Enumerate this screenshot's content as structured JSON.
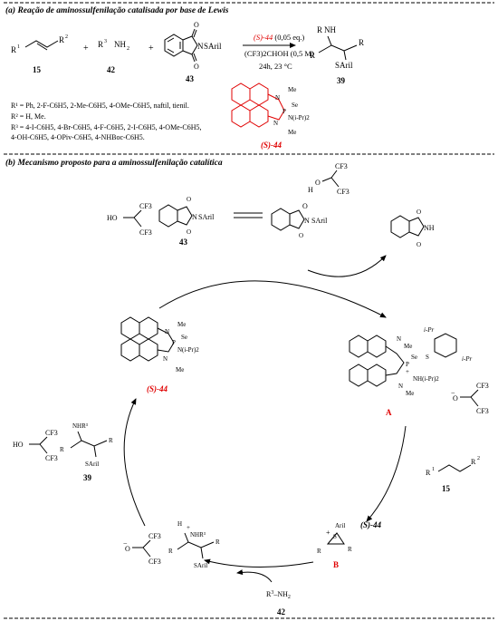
{
  "section_a": {
    "title": "(a) Reação de aminossulfenilação catalisada por base de Lewis",
    "reagent_1": {
      "r1": "R",
      "r1_sup": "1",
      "r2": "R",
      "r2_sup": "2",
      "number": "15"
    },
    "reagent_2": {
      "r3": "R",
      "r3_sup": "3",
      "nh2": "NH",
      "nh2_sub": "2",
      "number": "42"
    },
    "reagent_3": {
      "label": "N",
      "saril": "SAril",
      "o": "O",
      "number": "43"
    },
    "plus": "+",
    "conditions": {
      "catalyst": "(S)-44",
      "loading": " (0,05 eq.)",
      "solvent": "(CF3)2CHOH (0,5 M)",
      "time_temp": "24h, 23 °C"
    },
    "product": {
      "nh": "NH",
      "r3": "R",
      "r1": "R",
      "r2": "R",
      "saril": "SAril",
      "number": "39"
    },
    "substituents": {
      "r1_line": "R¹ = Ph, 2-F-C6H5, 2-Me-C6H5, 4-OMe-C6H5, naftil, tienil.",
      "r2_line": "R² = H, Me.",
      "r3_line_1": "R³ = 4-I-C6H5, 4-Br-C6H5, 4-F-C6H5, 2-I-C6H5, 4-OMe-C6H5,",
      "r3_line_2": "4-OH-C6H5, 4-OPiv-C6H5, 4-NHBoc-C6H5."
    },
    "catalyst_structure": {
      "me_top": "Me",
      "n_top": "N",
      "p": "P",
      "se": "Se",
      "n_right": "N(i-Pr)2",
      "n_bottom": "N",
      "me_bottom": "Me",
      "label": "(S)-44"
    }
  },
  "section_b": {
    "title": "(b) Mecanismo proposto para a aminossulfenilação catalítica",
    "hfip_top": {
      "ho": "HO",
      "cf3_a": "CF3",
      "cf3_b": "CF3"
    },
    "compound_43": {
      "n": "N",
      "saril": "SAril",
      "number": "43"
    },
    "h_bonded": {
      "o": "O",
      "h": "H",
      "n": "N",
      "saril": "SAril",
      "cf3_a": "CF3",
      "cf3_b": "CF3"
    },
    "phthalimide": {
      "nh": "NH"
    },
    "catalyst_cycle": {
      "me_top": "Me",
      "n_top": "N",
      "p": "P",
      "se": "Se",
      "n_right": "N(i-Pr)2",
      "n_bottom": "N",
      "me_bottom": "Me",
      "label": "(S)-44"
    },
    "intermediate_A": {
      "ipr_1": "i-Pr",
      "ipr_2": "i-Pr",
      "me_top": "Me",
      "n_top": "N",
      "p": "P",
      "se": "Se",
      "s": "S",
      "nh": "NH(i-Pr)2",
      "n_bottom": "N",
      "me_bottom": "Me",
      "charge_plus": "+",
      "label": "A"
    },
    "alkoxide": {
      "o": "O",
      "cf3_a": "CF3",
      "cf3_b": "CF3",
      "charge_minus": "−"
    },
    "alkene": {
      "r1": "R",
      "r1_sup": "1",
      "r2": "R",
      "r2_sup": "2",
      "number": "15"
    },
    "episulfonium_B": {
      "aril": "Aril",
      "s": "S",
      "r1": "R",
      "r2": "R",
      "label": "B",
      "charge_plus": "+"
    },
    "released_catalyst": "(S)-44",
    "amine": {
      "text": "R",
      "sup": "3",
      "rest": "–NH",
      "sub": "2",
      "number": "42"
    },
    "ammonium_int": {
      "h": "H",
      "nhr3": "NHR³",
      "r1": "R",
      "r2": "R",
      "saril": "SAril",
      "plus": "+"
    },
    "alkoxide_bottom": {
      "o": "O",
      "cf3_a": "CF3",
      "cf3_b": "CF3",
      "charge_minus": "−"
    },
    "product_39": {
      "nhr3": "NHR³",
      "r1": "R",
      "r2": "R",
      "saril": "SAril",
      "number": "39"
    },
    "hfip_bottom": {
      "ho": "HO",
      "cf3_a": "CF3",
      "cf3_b": "CF3"
    }
  }
}
